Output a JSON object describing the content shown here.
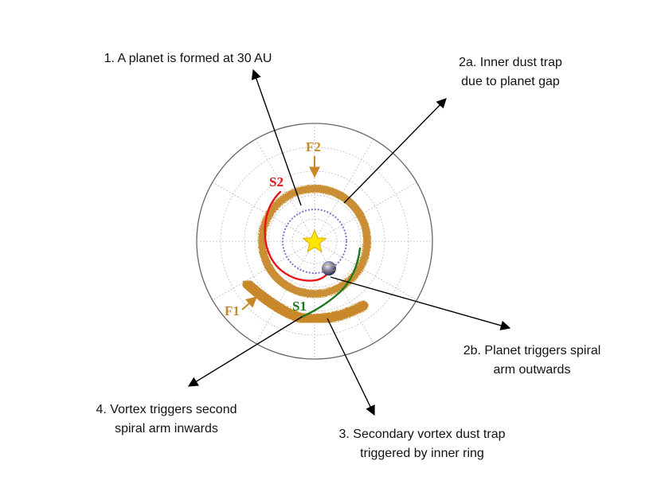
{
  "annotations": {
    "planet_formed": "1. A planet is formed at 30 AU",
    "inner_trap_line1": "2a. Inner dust trap",
    "inner_trap_line2": "due to planet gap",
    "planet_spiral_line1": "2b. Planet triggers spiral",
    "planet_spiral_line2": "arm outwards",
    "vortex_trap_line1": "3. Secondary vortex dust trap",
    "vortex_trap_line2": "triggered by inner ring",
    "vortex_spiral_line1": "4. Vortex triggers second",
    "vortex_spiral_line2": "spiral arm inwards"
  },
  "markers": {
    "f1": "F1",
    "f2": "F2",
    "s1": "S1",
    "s2": "S2"
  },
  "colors": {
    "dust": "#c8882a",
    "spiral_s1": "#1e7a1e",
    "spiral_s2": "#e8141a",
    "orbit": "#7777cc",
    "star": "#ffe600",
    "frame": "#666666",
    "grid": "#bdbdbd"
  }
}
